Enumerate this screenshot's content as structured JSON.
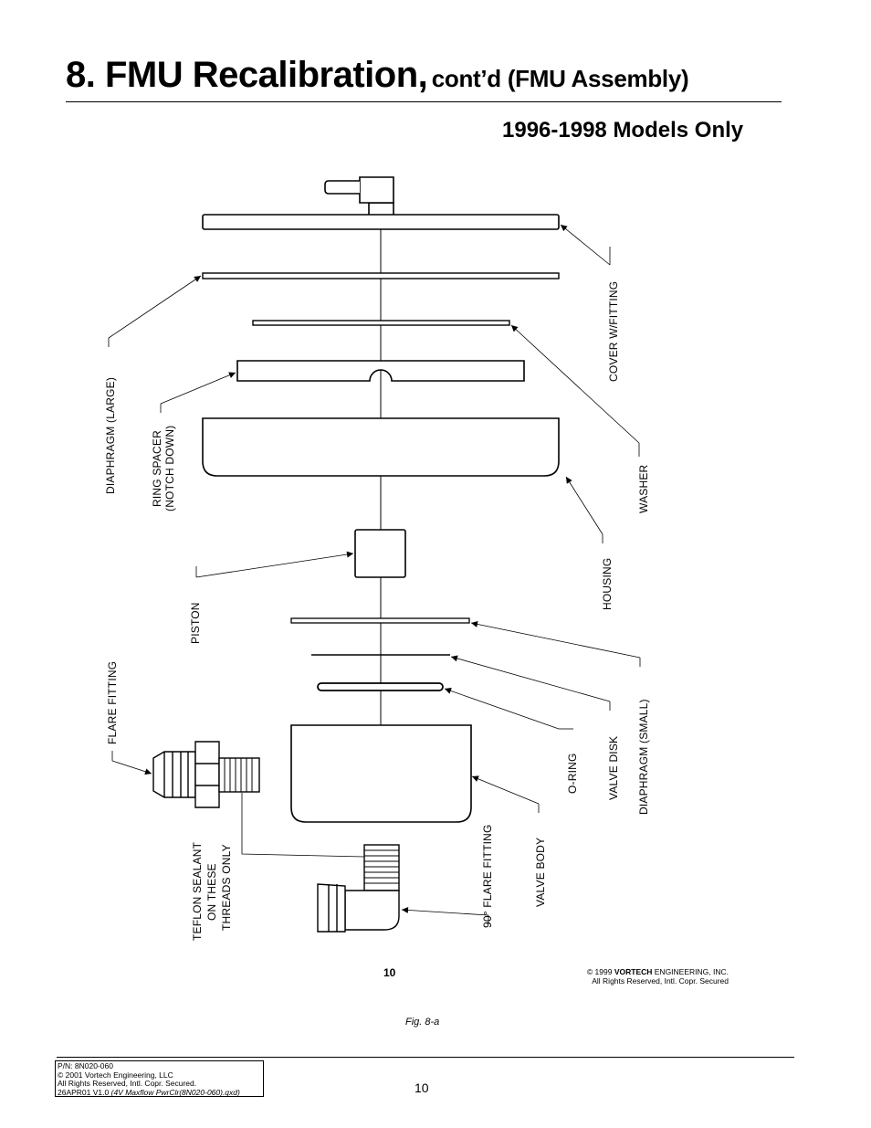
{
  "header": {
    "title_main": "8.  FMU Recalibration,",
    "title_cont": "cont’d (FMU Assembly)",
    "subtitle": "1996-1998 Models Only"
  },
  "diagram": {
    "labels": {
      "cover": "COVER W/FITTING",
      "washer": "WASHER",
      "housing": "HOUSING",
      "diaphragm_small": "DIAPHRAGM (SMALL)",
      "valve_disk": "VALVE DISK",
      "o_ring": "O-RING",
      "valve_body": "VALVE BODY",
      "flare_90": "90° FLARE FITTING",
      "diaphragm_large": "DIAPHRAGM (LARGE)",
      "ring_spacer_1": "RING SPACER",
      "ring_spacer_2": "(NOTCH DOWN)",
      "piston": "PISTON",
      "flare_fitting": "FLARE FITTING",
      "teflon_1": "TEFLON SEALANT",
      "teflon_2": "ON THESE",
      "teflon_3": "THREADS ONLY"
    }
  },
  "inner_footer": {
    "page": "10",
    "copyright_prefix": "© 1999 ",
    "copyright_brand": "VORTECH",
    "copyright_suffix": " ENGINEERING, INC.",
    "rights": "All Rights Reserved, Intl. Copr. Secured"
  },
  "figure_caption": "Fig. 8-a",
  "footer": {
    "pn": "P/N: 8N020-060",
    "copyright": "© 2001 Vortech Engineering, LLC",
    "rights": "All Rights Reserved, Intl. Copr. Secured.",
    "version": "26APR01 V1.0 ",
    "file": "(4V Maxflow PwrClr(8N020-060).qxd)",
    "page_number": "10"
  }
}
